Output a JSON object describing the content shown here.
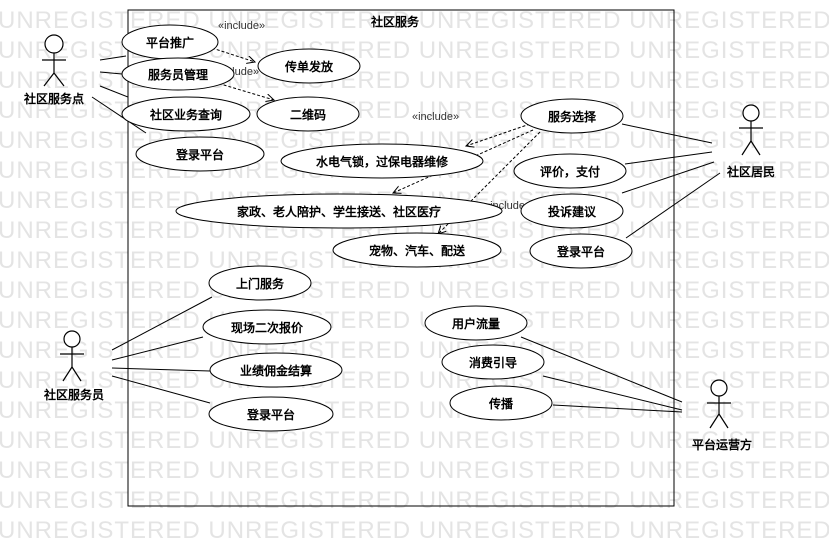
{
  "watermark_text": "UNREGISTERED UNREGISTERED UNREGISTERED UNREGISTERED",
  "system": {
    "title": "社区服务"
  },
  "actors": {
    "service_point": "社区服务点",
    "resident": "社区居民",
    "service_staff": "社区服务员",
    "operator": "平台运营方"
  },
  "use_cases": {
    "platform_promotion": "平台推广",
    "staff_management": "服务员管理",
    "business_query": "社区业务查询",
    "login_point": "登录平台",
    "flyer": "传单发放",
    "qrcode": "二维码",
    "utilities_repair": "水电气锁，过保电器维修",
    "housekeeping": "家政、老人陪护、学生接送、社区医疗",
    "pets_delivery": "宠物、汽车、配送",
    "service_select": "服务选择",
    "rate_pay": "评价，支付",
    "complaint": "投诉建议",
    "login_resident": "登录平台",
    "home_service": "上门服务",
    "onsite_quote": "现场二次报价",
    "commission": "业绩佣金结算",
    "login_staff": "登录平台",
    "user_traffic": "用户流量",
    "consumption_guide": "消费引导",
    "spread": "传播"
  },
  "stereotypes": {
    "include": "«include»"
  }
}
